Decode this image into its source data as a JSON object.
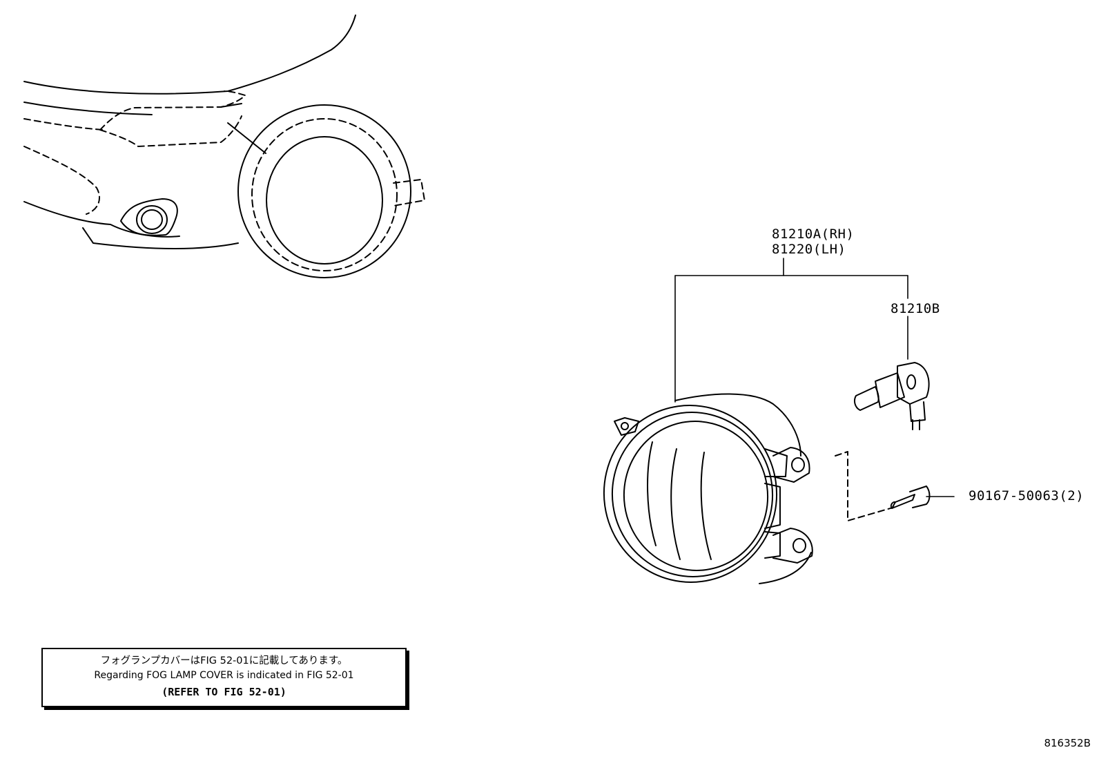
{
  "callouts": {
    "lamp_rh": "81210A(RH)",
    "lamp_lh": "81220(LH)",
    "bulb": "81210B",
    "screw": "90167-50063(2)"
  },
  "note": {
    "japanese": "フォグランプカバーはFIG 52-01に記載してあります。",
    "english": "Regarding FOG LAMP COVER is indicated in FIG 52-01",
    "reference": "(REFER TO FIG 52-01)"
  },
  "figure_id": "816352B"
}
